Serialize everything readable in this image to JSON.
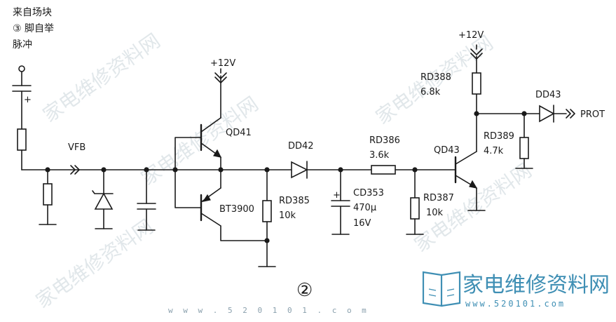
{
  "source_label": [
    "来自场块",
    "③ 脚自举",
    "脉冲"
  ],
  "net_label": "VFB",
  "supply_left": "+12V",
  "supply_right": "+12V",
  "transistors": {
    "qd41": "QD41",
    "bt3900": "BT3900",
    "qd43": "QD43"
  },
  "diodes": {
    "dd42": "DD42",
    "dd43": "DD43"
  },
  "resistors": {
    "rd385": {
      "name": "RD385",
      "value": "10k"
    },
    "rd386": {
      "name": "RD386",
      "value": "3.6k"
    },
    "rd387": {
      "name": "RD387",
      "value": "10k"
    },
    "rd388": {
      "name": "RD388",
      "value": "6.8k"
    },
    "rd389": {
      "name": "RD389",
      "value": "4.7k"
    }
  },
  "capacitor_cd353": {
    "name": "CD353",
    "value": "470μ",
    "voltage": "16V"
  },
  "output_label": "PROT",
  "figure_number": "②",
  "watermark": {
    "text": "家电维修资料网",
    "url": "w w w . 5 2 0 1 0 1 . c o m",
    "logo_text": "家电维修资料网",
    "logo_url": "www.520101.com",
    "accent_color": "#3f8fb4"
  }
}
